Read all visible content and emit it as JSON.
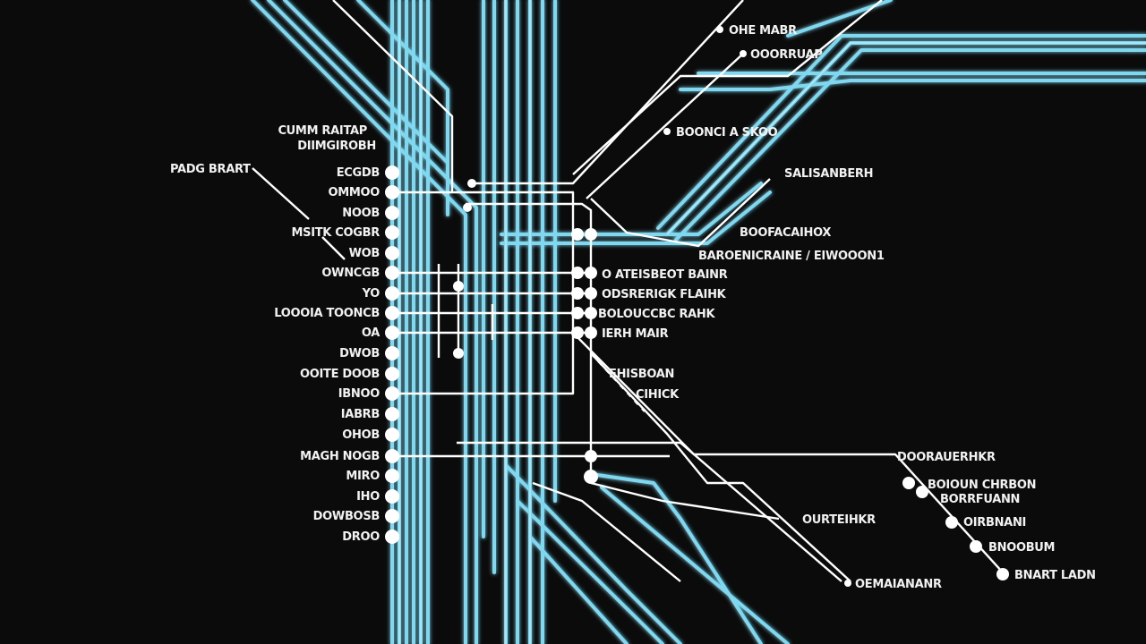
{
  "colors": {
    "background": "#0b0b0b",
    "glow_line": "#7fd8ef",
    "glow_line_bright": "#bdeefb",
    "white_line": "#ffffff",
    "station_fill": "#ffffff"
  },
  "labels": {
    "top_right": [
      "OHE MABR",
      "OOORRUAP",
      "BOONCI A SKOO",
      "SALISANBERH",
      "BOOFACAIHOX",
      "BAROENICRAINE / EIWOOON1"
    ],
    "left_top": [
      "CUMM RAITAP",
      "DIIMGIROBH"
    ],
    "left_far": "PADG BRART",
    "left_column": [
      "ECGDB",
      "OMMOO",
      "NOOB",
      "MSITK COGBR",
      "WOB",
      "OWNCGB",
      "YO",
      "LOOOIA TOONCB",
      "OA",
      "DWOB",
      "OOITE DOOB",
      "IBNOO",
      "IABRB",
      "OHOB",
      "MAGH NOGB",
      "MIRO",
      "IHO",
      "DOWBOSB",
      "DROO"
    ],
    "center_right": [
      "O ATEISBEOT BAINR",
      "ODSRERIGK FLAIHK",
      "BOLOUCCBC RAHK",
      "IERH MAIR",
      "EHISBOAN",
      "CIHICK"
    ],
    "bottom_right": [
      "DOORAUERHKR",
      "BOIOUN CHRBON",
      "BORRFUANN",
      "OIRBNANI",
      "BNOOBUM",
      "BNART LADN",
      "OURTEIHKR",
      "OEMAIANANR"
    ]
  }
}
